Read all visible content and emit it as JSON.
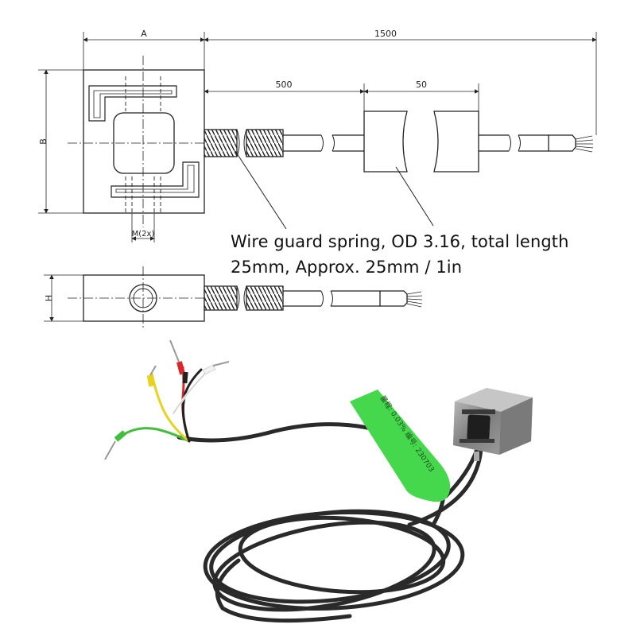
{
  "dimensions": {
    "width_label": "A",
    "height_label": "B",
    "cable_length": "1500",
    "spring_length": "500",
    "end_length": "50",
    "mount_thread": "M(2x)",
    "thickness_label": "H"
  },
  "callout": {
    "line1": "Wire guard spring, OD 3.16, total length",
    "line2": "25mm, Approx. 25mm / 1in"
  },
  "photo": {
    "label_text": "量程: 0.03% 编号: 230703",
    "colors": {
      "cable": "#2a2a2a",
      "label": "#45d84c",
      "wire_red": "#d9282a",
      "wire_yellow": "#e8d21e",
      "wire_green": "#3fbf3a",
      "wire_white": "#f2f2f2",
      "sensor_body": "#8a8a8a"
    }
  }
}
